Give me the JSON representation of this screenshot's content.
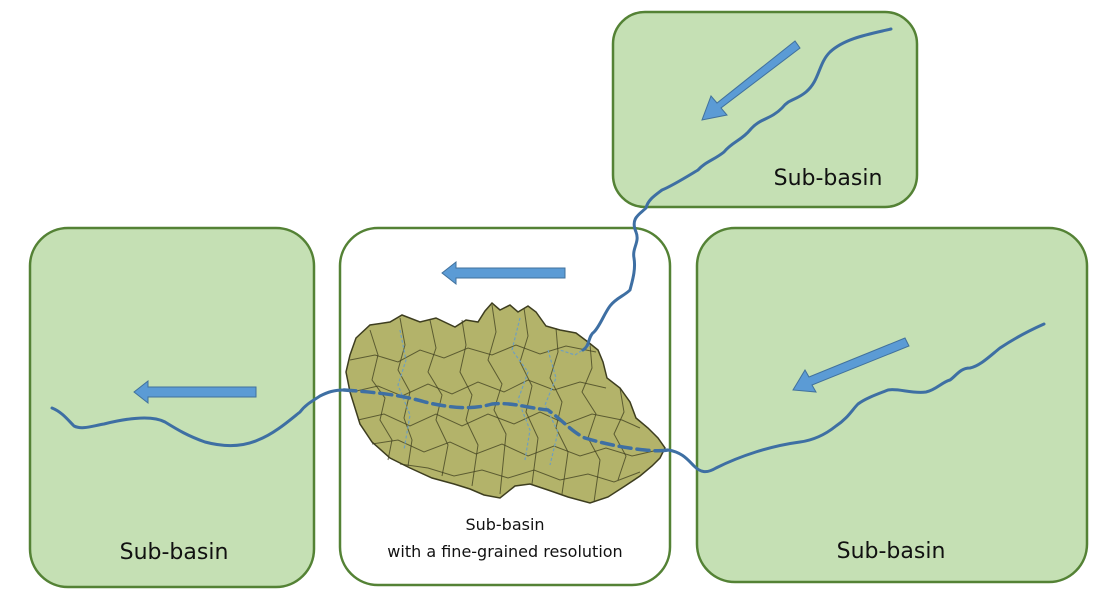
{
  "colors": {
    "basin_fill": "#c5e0b4",
    "basin_stroke": "#548235",
    "center_fill": "#ffffff",
    "river": "#3e6fa3",
    "arrow_fill": "#5b9bd5",
    "arrow_stroke": "#41719c",
    "map_fill": "#b3b36a",
    "map_lines": "#3d3d1f",
    "map_streams": "#6f9fbf"
  },
  "boxes": {
    "left": {
      "label": "Sub-basin"
    },
    "center": {
      "label_line1": "Sub-basin",
      "label_line2": "with a fine-grained resolution"
    },
    "right": {
      "label": "Sub-basin"
    },
    "top": {
      "label": "Sub-basin"
    }
  },
  "icons": [
    "flow-arrow-icon",
    "river-line",
    "basin-map"
  ]
}
